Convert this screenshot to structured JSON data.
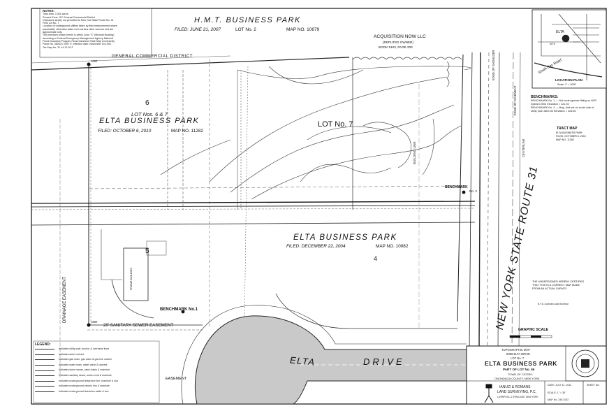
{
  "notes": {
    "header": "NOTES:",
    "lines": [
      "Total area: 3.30± acres",
      "Present Zone: GC General Commercial District",
      "Ordinance strictly not permitted to New York State Route No. 31",
      "Field Lot No. 7",
      "Location of underground utilities taken by field measurement where",
      "practicable; otherwise taken from various other sources and are",
      "approximate only.",
      "The premises shown herein is within Zone \"X\" (Minimal flooding)",
      "according to Federal Emergency Management Agency National",
      "Flood Insurance Program Flood Insurance Rate Map Community",
      "Panel No. 36067C 0097 E, effective date: November 19,1994.",
      "Tax Map No. 31.14-12-20.2"
    ]
  },
  "header": {
    "hmt_title": "H.M.T. BUSINESS PARK",
    "hmt_filed": "FILED: JUNE 21, 2007",
    "hmt_lot": "LOT No. 2",
    "hmt_map": "MAP NO. 10679",
    "district": "GENERAL COMMERCIAL DISTRICT",
    "acq_owner": "ACQUISITION NOW LLC",
    "acq_reputed": "(REPUTED OWNER)",
    "acq_book": "BOOK 5103, PAGE 203"
  },
  "plan": {
    "lot6": "6",
    "lots67": "LOT Nos. 6 & 7",
    "elta_upper": "ELTA BUSINESS PARK",
    "elta_upper_filed": "FILED: OCTOBER 6, 2010",
    "elta_upper_map": "MAP NO. 11282",
    "lot7": "LOT No. 7",
    "elta_mid": "ELTA BUSINESS PARK",
    "elta_mid_filed": "FILED: DECEMBER 22, 2004",
    "elta_mid_map": "MAP NO. 10082",
    "lot4": "4",
    "lot5": "5",
    "frame_building": "FRAME BUILDING",
    "route": "NEW YORK STATE ROUTE 31",
    "benchmark1": "BENCHMARK No.1",
    "benchmark2": "BENCHMARK",
    "benchmark2_no": "No. 2",
    "drainage_easement": "DRAINAGE EASEMENT",
    "sewer_easement": "20' SANITARY SEWER EASEMENT",
    "easement": "EASEMENT",
    "drive_elta": "ELTA",
    "drive_drive": "DRIVE",
    "building_line": "BUILDING LINE",
    "edge_shoulder": "EDGE OF SHOULDER",
    "edge_pavement": "EDGE OF PAVEMENT",
    "centerline": "CENTERLINE",
    "mw": "MW"
  },
  "location_plan": {
    "title": "LOCATION PLAN",
    "scale": "Scale: 1\" = 2000'",
    "elta": "ELTA",
    "road": "South Bay Road",
    "site": "SITE"
  },
  "benchmarks": {
    "title": "BENCHMARKS:",
    "bm1": "BENCHMARK No. 1 — Nut under grease fitting on NVR hydrant 2004 Elevation = 421.92",
    "bm2": "BENCHMARK No. 2 — Mag. Nail set on south side of utility pole J&M=30 Elevation = 426.60"
  },
  "tract": {
    "title": "TRACT MAP",
    "line1": "ELTA BUSINESS PARK",
    "line2": "FILED: OCTOBER 6, 2010",
    "line3": "MAP NO. 11282"
  },
  "certify": {
    "text1": "THE UNDERSIGNED HEREBY CERTIFIES",
    "text2": "THAT THIS IS A CORRECT MAP MADE",
    "text3": "FROM AN ACTUAL SURVEY.",
    "sign": "N.Y.S. Licensed Land Surveyor"
  },
  "graphic_scale": "GRAPHIC SCALE",
  "legend": {
    "header": "LEGEND:",
    "items": [
      "Indicates utility pole, anchor & overhead lines",
      "Indicates storm culvert",
      "Indicates gas main, gas valve & gas line marker",
      "Indicates water main, water valve & hydrant",
      "Indicates storm sewer, catch basin & manhole",
      "Indicates sanitary sewer, sewer vent & manhole",
      "Indicates underground telephone line, manhole & box",
      "Indicates underground electric line & manhole",
      "Indicates underground television cable & box"
    ]
  },
  "title_block": {
    "topo": "TOPOGRAPHIC MAP",
    "address": "8399 ELTA DRIVE",
    "lot": "LOT No. 7",
    "project": "ELTA BUSINESS PARK",
    "part": "PART OF LOT No. 56",
    "town": "TOWN OF CICERO",
    "county": "ONONDAGA COUNTY, NEW YORK",
    "firm1": "IANUZI & ROMANS",
    "firm2": "LAND SURVEYING, P.C.",
    "firm3": "LIVERPOOL & SYRACUSE, NEW YORK",
    "date": "DATE: JULY 11, 2011",
    "scale": "SCALE: 1\" = 30'",
    "sheet": "SHEET No.",
    "map_no": "MAP No. 2401.002"
  }
}
